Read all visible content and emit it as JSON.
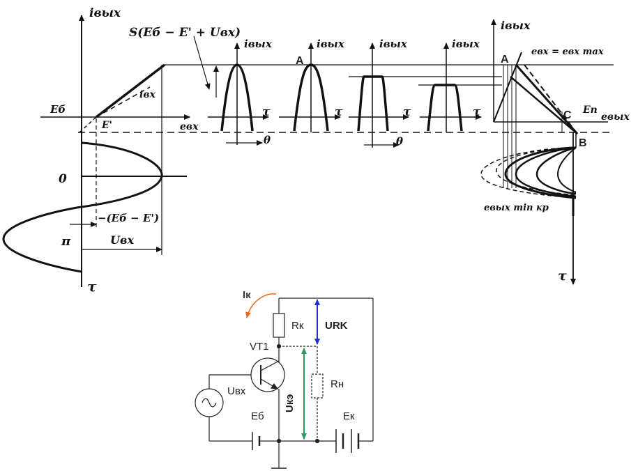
{
  "graph": {
    "left_y_axis": "iвых",
    "left_x_axis": "eвх",
    "tau": "τ",
    "Eb": "Eб",
    "Eprime": "E'",
    "zero": "0",
    "pi": "π",
    "input_curve": "iвх",
    "slope_expr": "S(Eб − E' + Uвх)",
    "offset_expr": "−(Eб − E')",
    "Uin": "Uвх",
    "pulse_axis": "iвых",
    "pulse_tau": "τ",
    "theta": "θ",
    "point_A": "A",
    "point_B": "B",
    "point_C": "C",
    "En": "Eп",
    "right_x_axis": "eвых",
    "right_y_axis": "iвых",
    "right_tau": "τ",
    "evx_max": "eвх = eвх max",
    "evyh_min": "eвых min кр"
  },
  "circuit": {
    "Ik": "Iк",
    "Rk": "Rк",
    "URk": "URK",
    "VT1": "VT1",
    "Rn": "Rн",
    "Uke": "Uкэ",
    "Uvx": "Uвх",
    "Eb": "Eб",
    "Ek": "Eк",
    "colors": {
      "Ik": "#e8691c",
      "URk": "#1f2fd0",
      "Uke": "#2a9a5a"
    }
  }
}
